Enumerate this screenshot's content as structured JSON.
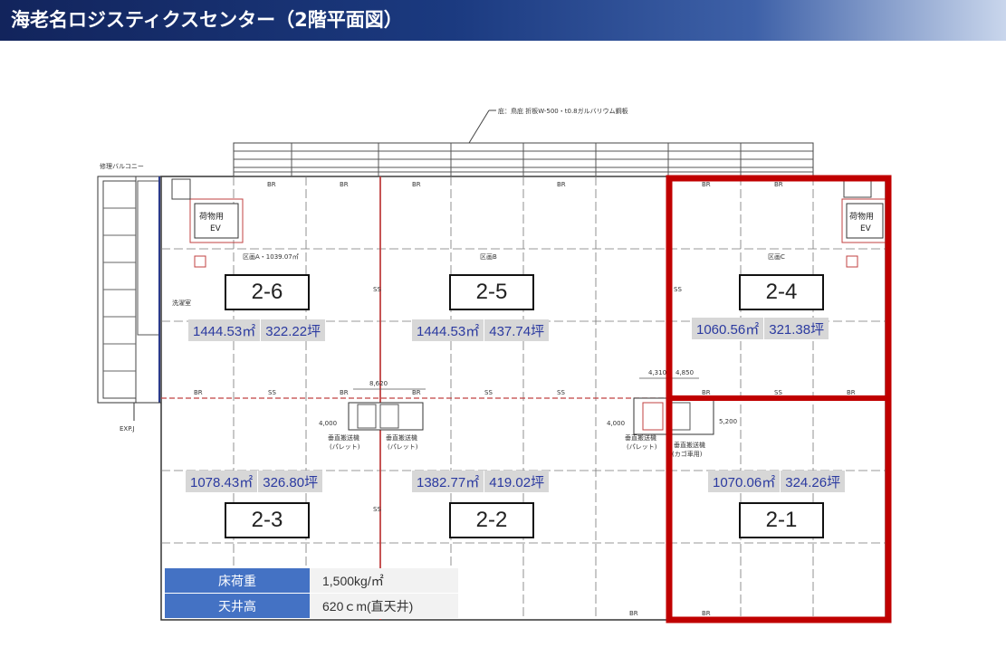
{
  "title": "海老名ロジスティクスセンター（2階平面図）",
  "units": [
    {
      "id": "2-6",
      "area_m2": "1444.53㎡",
      "area_tsubo": "322.22坪"
    },
    {
      "id": "2-5",
      "area_m2": "1444.53㎡",
      "area_tsubo": "437.74坪"
    },
    {
      "id": "2-4",
      "area_m2": "1060.56㎡",
      "area_tsubo": "321.38坪"
    },
    {
      "id": "2-3",
      "area_m2": "1078.43㎡",
      "area_tsubo": "326.80坪"
    },
    {
      "id": "2-2",
      "area_m2": "1382.77㎡",
      "area_tsubo": "419.02坪"
    },
    {
      "id": "2-1",
      "area_m2": "1070.06㎡",
      "area_tsubo": "324.26坪"
    }
  ],
  "specs": [
    {
      "label": "床荷重",
      "value": "1,500kg/㎡"
    },
    {
      "label": "天井高",
      "value": "620ｃm(直天井)"
    }
  ],
  "plan_labels": {
    "roof_note": "庇：鳥庇 折板W-500・t0.8ガルバリウム鋼板",
    "balcony": "修理バルコニー",
    "elevator": "荷物用",
    "ev": "EV",
    "section_a": "区画A・1039.07㎡",
    "section_b": "区画B",
    "section_c": "区画C",
    "conveyor_pallet": "垂直搬送機",
    "pallet": "(パレット)",
    "cage": "(カゴ車用)",
    "exp_j": "EXP.J",
    "washroom": "洗濯室",
    "dim_8620": "8,620",
    "dim_4310": "4,310",
    "dim_4850": "4,850",
    "dim_4000": "4,000",
    "dim_5200": "5,200",
    "br": "BR",
    "ss": "SS"
  },
  "colors": {
    "highlight": "#c00000",
    "spec_label_bg": "#4472c4",
    "area_text": "#2b3aa0",
    "title_bar": "#1b3a80"
  }
}
